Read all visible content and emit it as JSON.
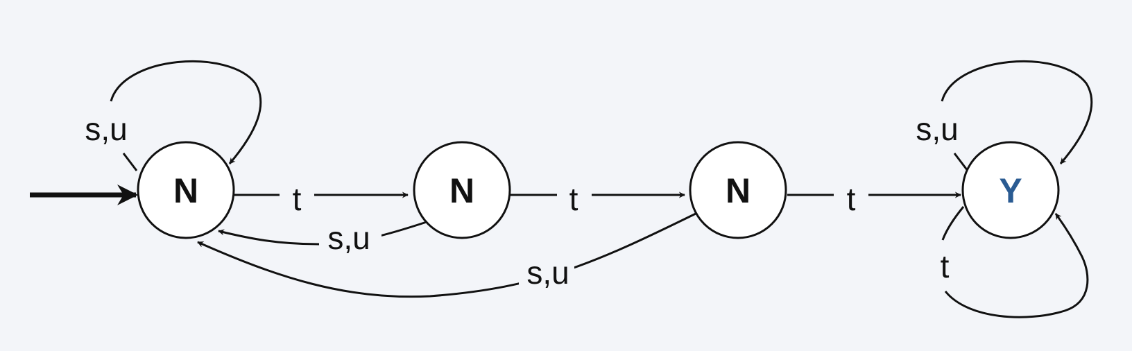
{
  "diagram": {
    "type": "finite-automaton",
    "colors": {
      "background": "#f3f5f9",
      "stroke": "#111111",
      "state_fill": "#ffffff",
      "reject_label": "#111111",
      "accept_label": "#2a5b92"
    },
    "states": [
      {
        "label": "N",
        "accepting": false,
        "initial": true
      },
      {
        "label": "N",
        "accepting": false,
        "initial": false
      },
      {
        "label": "N",
        "accepting": false,
        "initial": false
      },
      {
        "label": "Y",
        "accepting": true,
        "initial": false
      }
    ],
    "transitions": [
      {
        "from": 0,
        "to": 0,
        "label": "s,u"
      },
      {
        "from": 0,
        "to": 1,
        "label": "t"
      },
      {
        "from": 1,
        "to": 2,
        "label": "t"
      },
      {
        "from": 2,
        "to": 3,
        "label": "t"
      },
      {
        "from": 1,
        "to": 0,
        "label": "s,u"
      },
      {
        "from": 2,
        "to": 0,
        "label": "s,u"
      },
      {
        "from": 3,
        "to": 3,
        "label": "s,u"
      },
      {
        "from": 3,
        "to": 3,
        "label": "t"
      }
    ]
  }
}
